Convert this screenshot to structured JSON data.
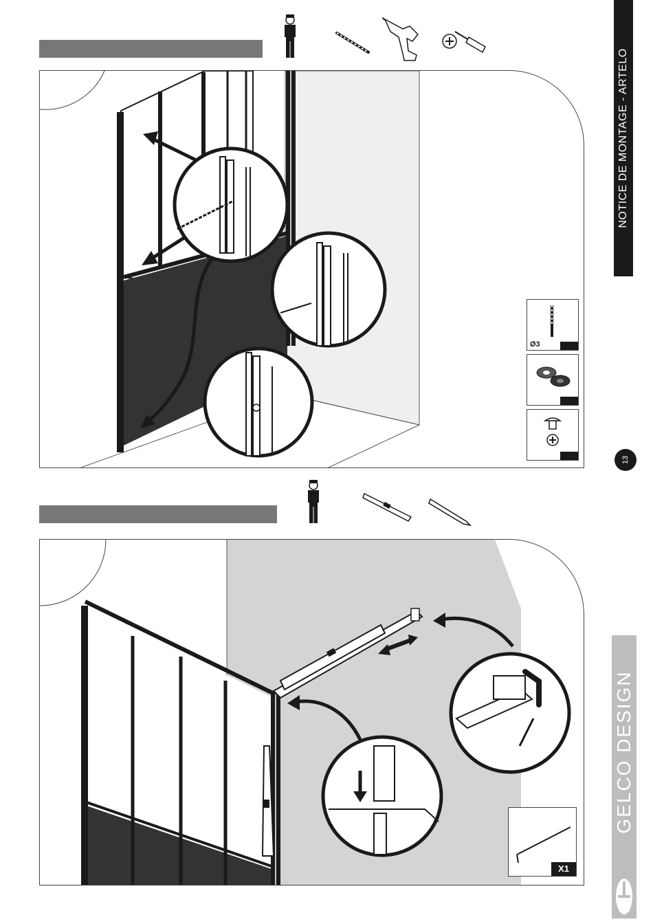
{
  "sidebar": {
    "title": "NOTICE DE MONTAGE - ARTELO",
    "page_number": "13",
    "brand": "GELCO DESIGN"
  },
  "step1": {
    "tools": [
      "installer-icon",
      "drill-bit-icon",
      "drill-icon",
      "screwdriver-icon"
    ],
    "hardware": [
      {
        "name": "drill-bit",
        "label": "Ø3"
      },
      {
        "name": "washer",
        "label": ""
      },
      {
        "name": "screw",
        "label": ""
      }
    ]
  },
  "step2": {
    "tools": [
      "installer-icon",
      "level-icon",
      "pencil-icon"
    ],
    "hardware": {
      "name": "allen-key",
      "quantity": "X1"
    }
  },
  "colors": {
    "dark": "#1a1a1a",
    "bar_gray": "#777777",
    "wall_gray": "#d4d4d4",
    "panel_dark": "#333333",
    "brand_gray": "#bdbdbd"
  }
}
